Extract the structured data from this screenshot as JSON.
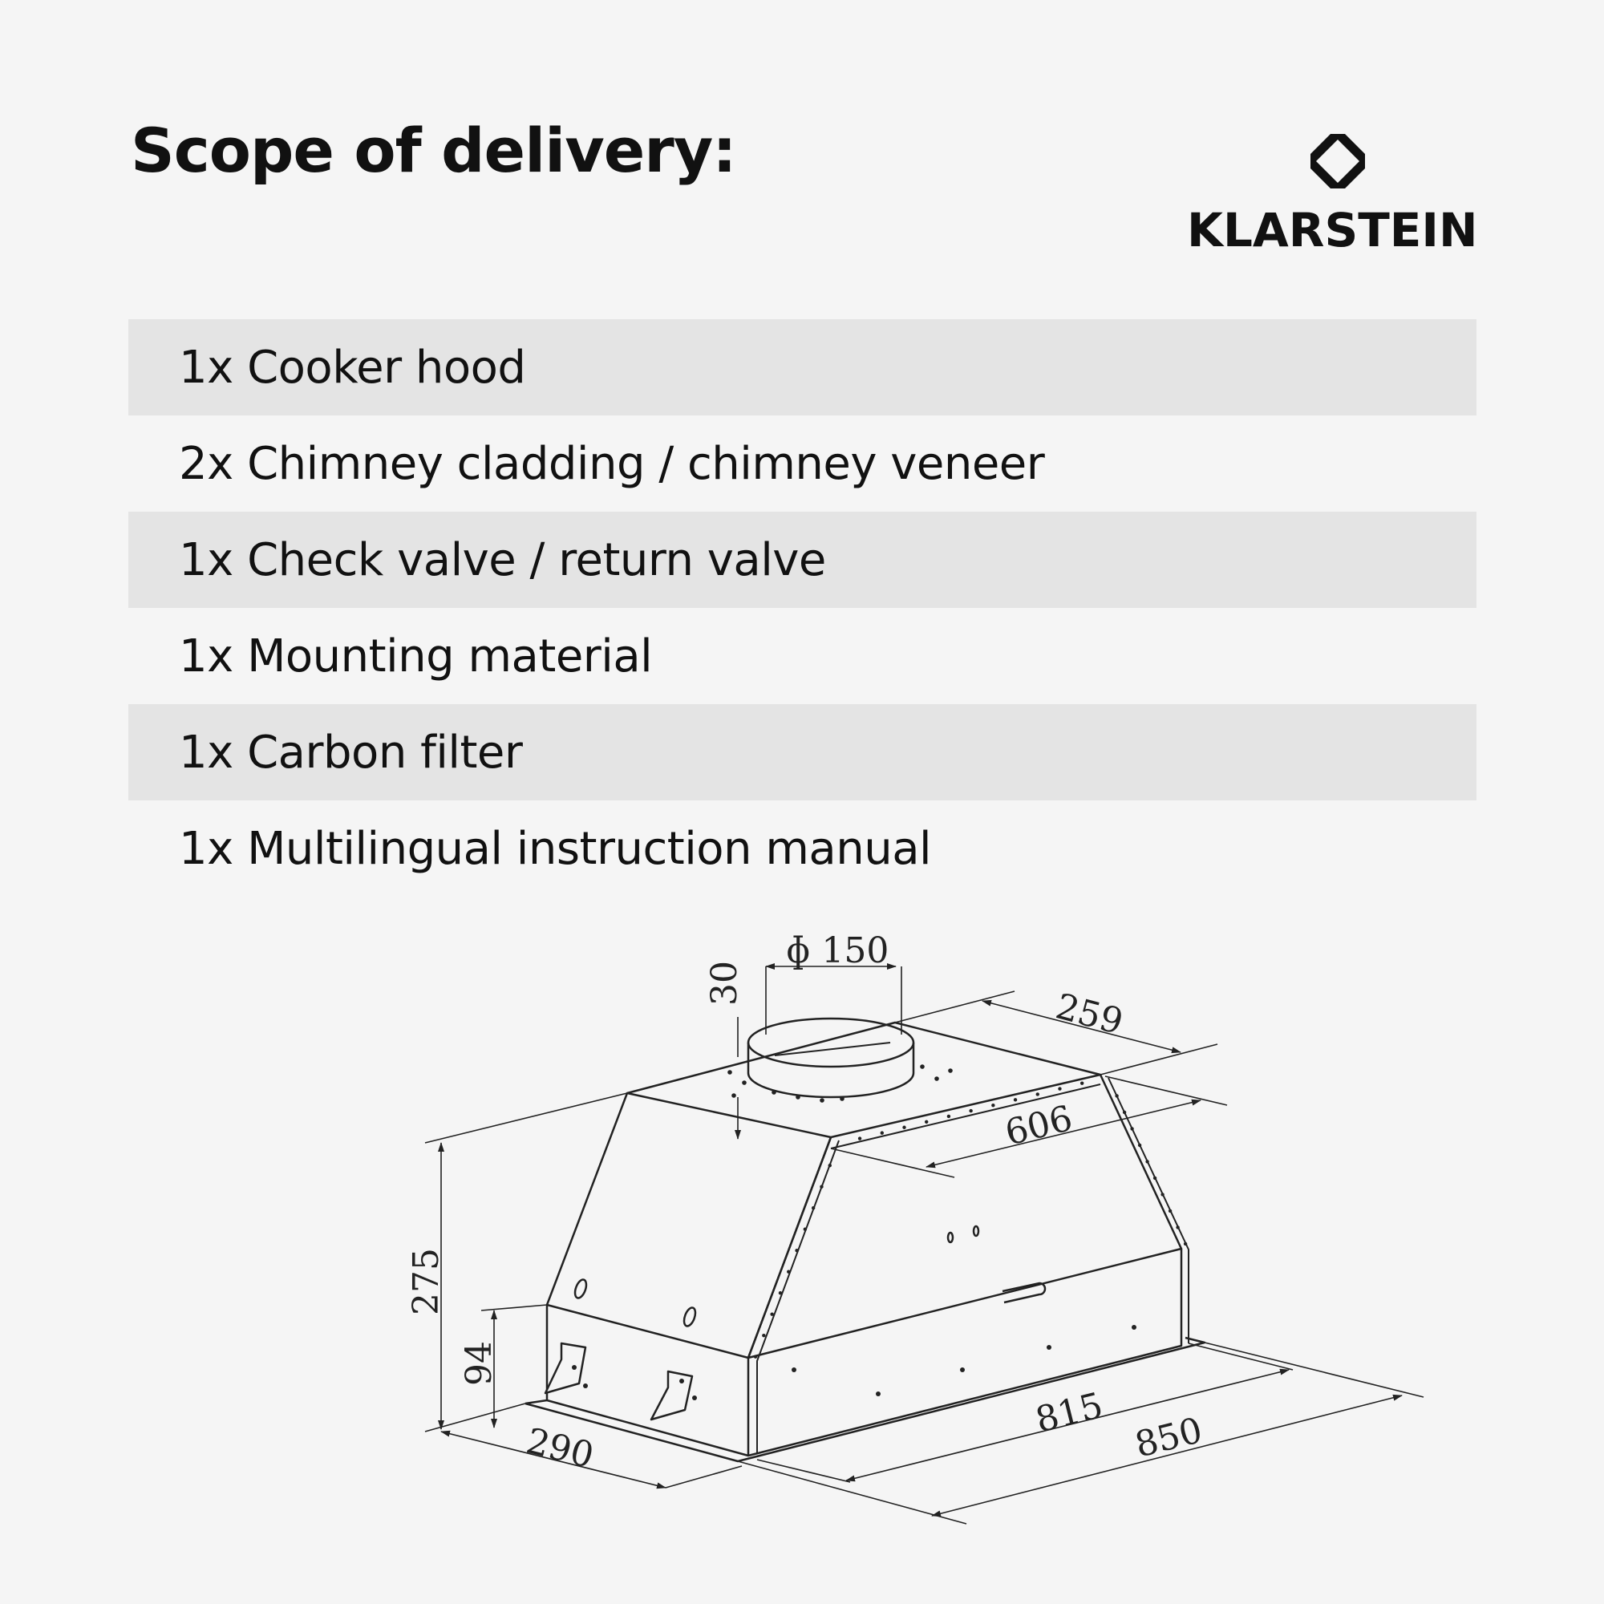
{
  "title": "Scope of delivery:",
  "brand": {
    "name": "KLARSTEIN",
    "logo_icon": "klarstein-diamond-logo-icon"
  },
  "items": [
    {
      "text": "1x Cooker hood",
      "shaded": true
    },
    {
      "text": "2x Chimney cladding / chimney veneer",
      "shaded": false
    },
    {
      "text": "1x Check valve / return valve",
      "shaded": true
    },
    {
      "text": "1x Mounting material",
      "shaded": false
    },
    {
      "text": "1x Carbon filter",
      "shaded": true
    },
    {
      "text": "1x Multilingual instruction manual",
      "shaded": false
    }
  ],
  "diagram": {
    "dimensions": {
      "duct_diameter": "ɸ 150",
      "collar_height": "30",
      "top_depth": "259",
      "top_width": "606",
      "total_height": "275",
      "front_height": "94",
      "bottom_depth": "290",
      "body_width": "815",
      "total_width": "850"
    }
  },
  "colors": {
    "background": "#f5f5f5",
    "row_shade": "#e4e4e4",
    "text": "#111111"
  }
}
